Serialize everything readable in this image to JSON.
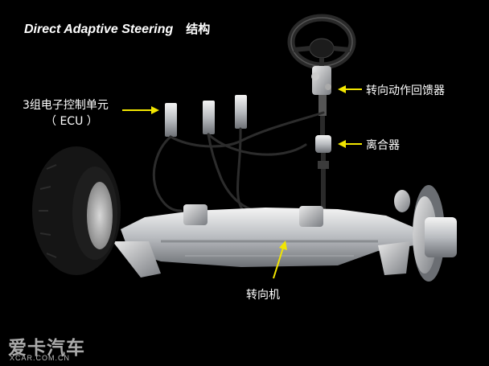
{
  "title": {
    "en": "Direct Adaptive Steering",
    "cn": "结构"
  },
  "labels": {
    "ecu_line1": "3组电子控制单元",
    "ecu_line2": "（ ECU ）",
    "feedback_unit": "转向动作回馈器",
    "clutch": "离合器",
    "steering_rack": "转向机"
  },
  "watermark": {
    "logo": "爱卡汽车",
    "url": "XCAR.COM.CN"
  },
  "colors": {
    "background": "#000000",
    "arrow": "#f2e600",
    "text": "#ffffff"
  }
}
